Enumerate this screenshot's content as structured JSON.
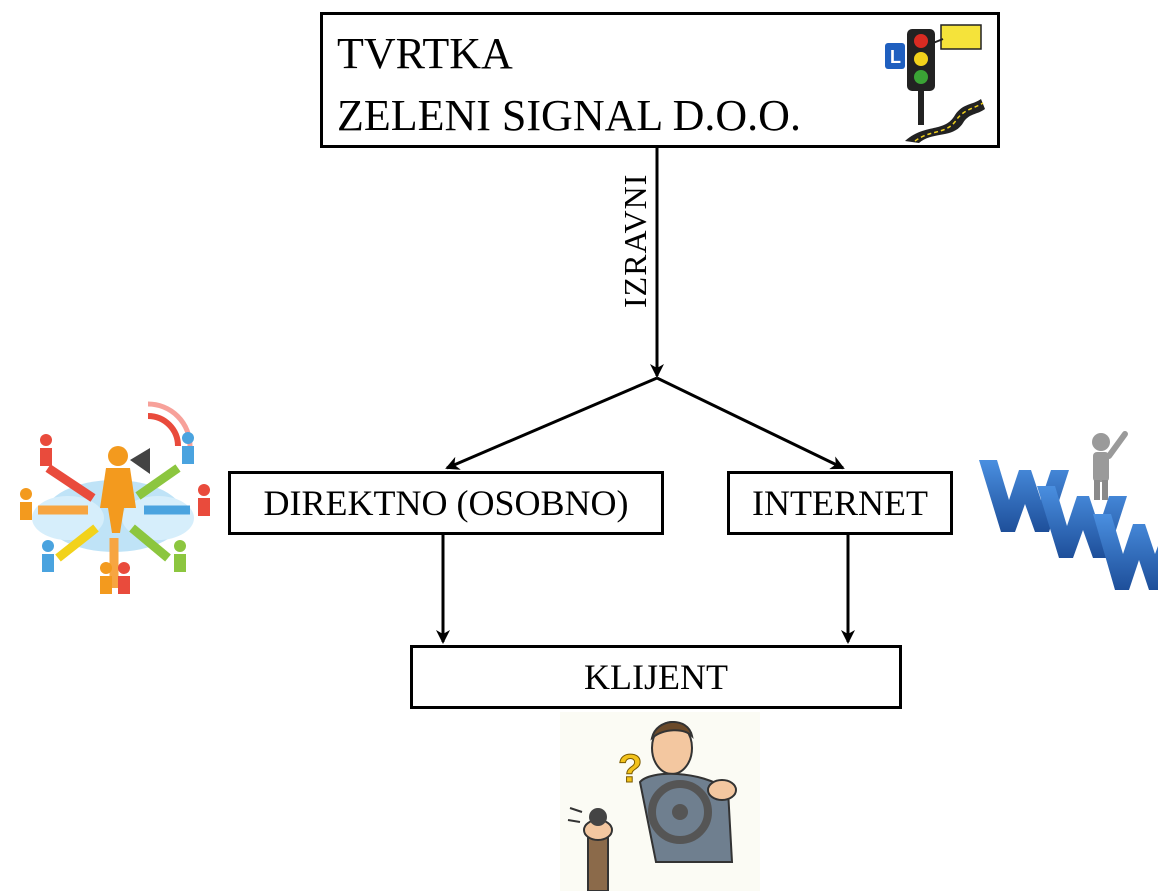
{
  "company": {
    "line1": "TVRTKA",
    "line2": "ZELENI SIGNAL D.O.O.",
    "logo_icon": "traffic-light-road-logo-icon"
  },
  "channel": {
    "label": "IZRAVNI"
  },
  "branches": {
    "direct_label": "DIREKTNO (OSOBNO)",
    "internet_label": "INTERNET"
  },
  "client": {
    "label": "KLIJENT"
  },
  "illustrations": {
    "social": "social-network-people-icon",
    "www": "www-person-icon",
    "driver": "driver-steering-wheel-icon"
  },
  "colors": {
    "line": "#000000",
    "traffic_green": "#3aa335",
    "traffic_yellow": "#f2d21b",
    "traffic_red": "#d92b22",
    "www_blue": "#2a6fc2"
  }
}
